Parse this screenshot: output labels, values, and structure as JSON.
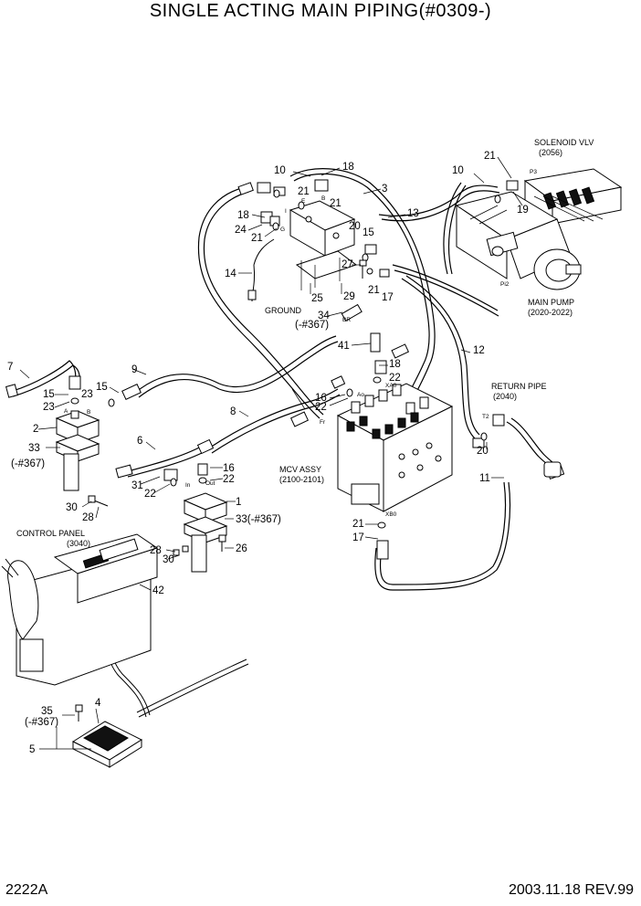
{
  "title": "SINGLE ACTING MAIN PIPING(#0309-)",
  "footer": {
    "page_code": "2222A",
    "date_rev": "2003.11.18  REV.99"
  },
  "components": {
    "solenoid_vlv": [
      "SOLENOID VLV",
      "(2056)"
    ],
    "main_pump": [
      "MAIN PUMP",
      "(2020-2022)"
    ],
    "return_pipe": [
      "RETURN PIPE",
      "(2040)"
    ],
    "mcv_assy": [
      "MCV ASSY",
      "(2100-2101)"
    ],
    "control_panel": [
      "CONTROL PANEL",
      "(3040)"
    ],
    "ground": "GROUND"
  },
  "callouts": {
    "c1": "1",
    "c2": "2",
    "c3": "3",
    "c4": "4",
    "c5": "5",
    "c6": "6",
    "c7": "7",
    "c8": "8",
    "c9": "9",
    "c10a": "10",
    "c10b": "10",
    "c11": "11",
    "c12": "12",
    "c13": "13",
    "c14": "14",
    "c15a": "15",
    "c15b": "15",
    "c15c": "15",
    "c16a": "16",
    "c16b": "16",
    "c17a": "17",
    "c17b": "17",
    "c18a": "18",
    "c18b": "18",
    "c18c": "18",
    "c19": "19",
    "c20a": "20",
    "c20b": "20",
    "c21a": "21",
    "c21b": "21",
    "c21c": "21",
    "c21d": "21",
    "c21e": "21",
    "c21f": "21",
    "c22a": "22",
    "c22b": "22",
    "c22c": "22",
    "c22d": "22",
    "c23a": "23",
    "c23b": "23",
    "c24": "24",
    "c25": "25",
    "c26": "26",
    "c27": "27",
    "c28a": "28",
    "c28b": "28",
    "c29": "29",
    "c30a": "30",
    "c30b": "30",
    "c31": "31",
    "c33a": "33",
    "c33a_note": "(-#367)",
    "c33b": "33(-#367)",
    "c34": "34",
    "c34_note": "(-#367)",
    "c35": "35",
    "c35_note": "(-#367)",
    "c41": "41",
    "c42": "42"
  },
  "port_labels": {
    "p_a_left": "A",
    "p_b_left": "B",
    "p_i": "I",
    "p_e": "E",
    "p_b_block": "B",
    "p_g": "G",
    "p_br": "BR",
    "p_xa0": "XA0",
    "p_ao": "Ao",
    "p_fr": "Fr",
    "p_in": "In",
    "p_out": "Out",
    "p_xb0": "XB0",
    "p_t2": "T2",
    "p_p3": "P3",
    "p_pi2": "Pi2"
  }
}
